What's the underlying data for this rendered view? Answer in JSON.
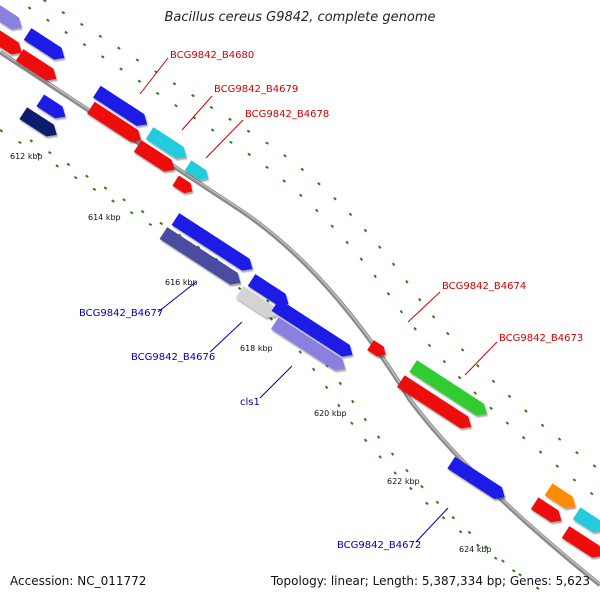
{
  "title": "Bacillus cereus G9842, complete genome",
  "footer": {
    "accession": "Accession: NC_011772",
    "stats": "Topology: linear; Length: 5,387,334 bp; Genes: 5,623"
  },
  "colors": {
    "backbone": "#8a8a8a",
    "tick": "#2e7d14",
    "red_label": "#d00000",
    "blue_label": "#0000b0",
    "red": "#ee1111",
    "blue": "#1a1ae6",
    "navy": "#101a6e",
    "slate": "#4b4ba0",
    "lavender": "#8a80dd",
    "grey": "#d4d4d4",
    "green": "#33cc33",
    "olive": "#6b8a2a",
    "cyan": "#22ccdd",
    "orange": "#ff8c00"
  },
  "kbp_labels": [
    "612 kbp",
    "614 kbp",
    "616 kbp",
    "618 kbp",
    "620 kbp",
    "622 kbp",
    "624 kbp"
  ],
  "gene_labels": [
    {
      "id": "lbl-b4680",
      "text": "BCG9842_B4680",
      "color": "red_label"
    },
    {
      "id": "lbl-b4679",
      "text": "BCG9842_B4679",
      "color": "red_label"
    },
    {
      "id": "lbl-b4678",
      "text": "BCG9842_B4678",
      "color": "red_label"
    },
    {
      "id": "lbl-b4674",
      "text": "BCG9842_B4674",
      "color": "red_label"
    },
    {
      "id": "lbl-b4673",
      "text": "BCG9842_B4673",
      "color": "red_label"
    },
    {
      "id": "lbl-b4677",
      "text": "BCG9842_B4677",
      "color": "blue_label"
    },
    {
      "id": "lbl-b4676",
      "text": "BCG9842_B4676",
      "color": "blue_label"
    },
    {
      "id": "lbl-cls1",
      "text": "cls1",
      "color": "blue_label"
    },
    {
      "id": "lbl-b4672",
      "text": "BCG9842_B4672",
      "color": "blue_label"
    }
  ]
}
